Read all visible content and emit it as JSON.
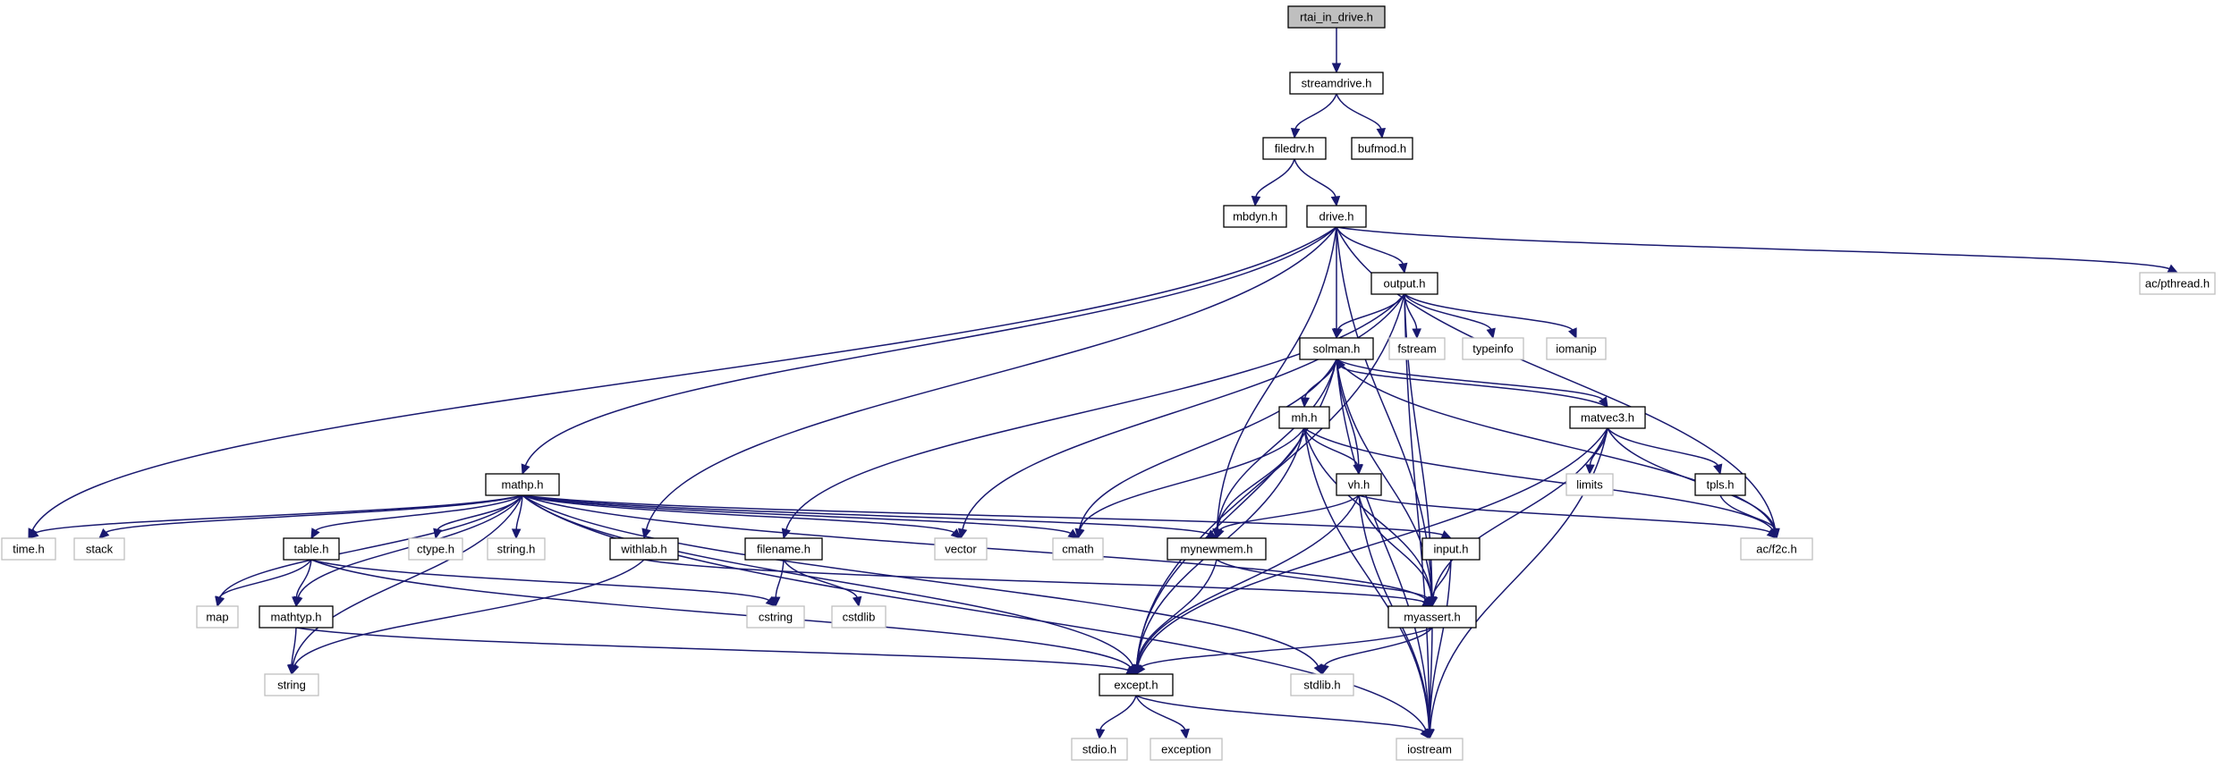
{
  "diagram": {
    "title": "",
    "nodes": [
      {
        "id": "rtai_in_drive_h",
        "label": "rtai_in_drive.h",
        "kind": "root"
      },
      {
        "id": "streamdrive_h",
        "label": "streamdrive.h",
        "kind": "internal"
      },
      {
        "id": "filedrv_h",
        "label": "filedrv.h",
        "kind": "internal"
      },
      {
        "id": "bufmod_h",
        "label": "bufmod.h",
        "kind": "internal"
      },
      {
        "id": "mbdyn_h",
        "label": "mbdyn.h",
        "kind": "internal"
      },
      {
        "id": "drive_h",
        "label": "drive.h",
        "kind": "internal"
      },
      {
        "id": "output_h",
        "label": "output.h",
        "kind": "internal"
      },
      {
        "id": "ac_pthread_h",
        "label": "ac/pthread.h",
        "kind": "external"
      },
      {
        "id": "solman_h",
        "label": "solman.h",
        "kind": "internal"
      },
      {
        "id": "fstream",
        "label": "fstream",
        "kind": "external"
      },
      {
        "id": "typeinfo",
        "label": "typeinfo",
        "kind": "external"
      },
      {
        "id": "iomanip",
        "label": "iomanip",
        "kind": "external"
      },
      {
        "id": "mh_h",
        "label": "mh.h",
        "kind": "internal"
      },
      {
        "id": "matvec3_h",
        "label": "matvec3.h",
        "kind": "internal"
      },
      {
        "id": "mathp_h",
        "label": "mathp.h",
        "kind": "internal"
      },
      {
        "id": "vh_h",
        "label": "vh.h",
        "kind": "internal"
      },
      {
        "id": "limits",
        "label": "limits",
        "kind": "external"
      },
      {
        "id": "tpls_h",
        "label": "tpls.h",
        "kind": "internal"
      },
      {
        "id": "time_h",
        "label": "time.h",
        "kind": "external"
      },
      {
        "id": "stack",
        "label": "stack",
        "kind": "external"
      },
      {
        "id": "ctype_h",
        "label": "ctype.h",
        "kind": "external"
      },
      {
        "id": "string_h",
        "label": "string.h",
        "kind": "external"
      },
      {
        "id": "withlab_h",
        "label": "withlab.h",
        "kind": "internal"
      },
      {
        "id": "filename_h",
        "label": "filename.h",
        "kind": "internal"
      },
      {
        "id": "vector",
        "label": "vector",
        "kind": "external"
      },
      {
        "id": "cmath",
        "label": "cmath",
        "kind": "external"
      },
      {
        "id": "mynewmem_h",
        "label": "mynewmem.h",
        "kind": "internal"
      },
      {
        "id": "input_h",
        "label": "input.h",
        "kind": "internal"
      },
      {
        "id": "ac_f2c_h",
        "label": "ac/f2c.h",
        "kind": "external"
      },
      {
        "id": "table_h",
        "label": "table.h",
        "kind": "internal"
      },
      {
        "id": "map",
        "label": "map",
        "kind": "external"
      },
      {
        "id": "cstring",
        "label": "cstring",
        "kind": "external"
      },
      {
        "id": "cstdlib",
        "label": "cstdlib",
        "kind": "external"
      },
      {
        "id": "myassert_h",
        "label": "myassert.h",
        "kind": "internal"
      },
      {
        "id": "mathtyp_h",
        "label": "mathtyp.h",
        "kind": "internal"
      },
      {
        "id": "string",
        "label": "string",
        "kind": "external"
      },
      {
        "id": "except_h",
        "label": "except.h",
        "kind": "internal"
      },
      {
        "id": "stdlib_h",
        "label": "stdlib.h",
        "kind": "external"
      },
      {
        "id": "stdio_h",
        "label": "stdio.h",
        "kind": "external"
      },
      {
        "id": "exception",
        "label": "exception",
        "kind": "external"
      },
      {
        "id": "iostream",
        "label": "iostream",
        "kind": "external"
      }
    ],
    "edges": [
      [
        "rtai_in_drive_h",
        "streamdrive_h"
      ],
      [
        "streamdrive_h",
        "filedrv_h"
      ],
      [
        "streamdrive_h",
        "bufmod_h"
      ],
      [
        "filedrv_h",
        "mbdyn_h"
      ],
      [
        "filedrv_h",
        "drive_h"
      ],
      [
        "drive_h",
        "output_h"
      ],
      [
        "drive_h",
        "ac_pthread_h"
      ],
      [
        "drive_h",
        "solman_h"
      ],
      [
        "drive_h",
        "mathp_h"
      ],
      [
        "drive_h",
        "time_h"
      ],
      [
        "drive_h",
        "withlab_h"
      ],
      [
        "drive_h",
        "mynewmem_h"
      ],
      [
        "drive_h",
        "ac_f2c_h"
      ],
      [
        "drive_h",
        "myassert_h"
      ],
      [
        "output_h",
        "solman_h"
      ],
      [
        "output_h",
        "fstream"
      ],
      [
        "output_h",
        "typeinfo"
      ],
      [
        "output_h",
        "iomanip"
      ],
      [
        "output_h",
        "filename_h"
      ],
      [
        "output_h",
        "vector"
      ],
      [
        "output_h",
        "except_h"
      ],
      [
        "output_h",
        "myassert_h"
      ],
      [
        "output_h",
        "iostream"
      ],
      [
        "solman_h",
        "mh_h"
      ],
      [
        "solman_h",
        "matvec3_h"
      ],
      [
        "solman_h",
        "vh_h"
      ],
      [
        "solman_h",
        "cmath"
      ],
      [
        "solman_h",
        "mynewmem_h"
      ],
      [
        "solman_h",
        "myassert_h"
      ],
      [
        "solman_h",
        "except_h"
      ],
      [
        "solman_h",
        "ac_f2c_h"
      ],
      [
        "solman_h",
        "iostream"
      ],
      [
        "mh_h",
        "vh_h"
      ],
      [
        "mh_h",
        "cmath"
      ],
      [
        "mh_h",
        "mynewmem_h"
      ],
      [
        "mh_h",
        "myassert_h"
      ],
      [
        "mh_h",
        "except_h"
      ],
      [
        "mh_h",
        "ac_f2c_h"
      ],
      [
        "mh_h",
        "iostream"
      ],
      [
        "matvec3_h",
        "solman_h"
      ],
      [
        "matvec3_h",
        "limits"
      ],
      [
        "matvec3_h",
        "tpls_h"
      ],
      [
        "matvec3_h",
        "ac_f2c_h"
      ],
      [
        "matvec3_h",
        "myassert_h"
      ],
      [
        "matvec3_h",
        "except_h"
      ],
      [
        "matvec3_h",
        "iostream"
      ],
      [
        "tpls_h",
        "ac_f2c_h"
      ],
      [
        "vh_h",
        "mynewmem_h"
      ],
      [
        "vh_h",
        "myassert_h"
      ],
      [
        "vh_h",
        "except_h"
      ],
      [
        "vh_h",
        "ac_f2c_h"
      ],
      [
        "vh_h",
        "iostream"
      ],
      [
        "mathp_h",
        "time_h"
      ],
      [
        "mathp_h",
        "stack"
      ],
      [
        "mathp_h",
        "ctype_h"
      ],
      [
        "mathp_h",
        "string_h"
      ],
      [
        "mathp_h",
        "table_h"
      ],
      [
        "mathp_h",
        "mathtyp_h"
      ],
      [
        "mathp_h",
        "map"
      ],
      [
        "mathp_h",
        "string"
      ],
      [
        "mathp_h",
        "vector"
      ],
      [
        "mathp_h",
        "cmath"
      ],
      [
        "mathp_h",
        "mynewmem_h"
      ],
      [
        "mathp_h",
        "input_h"
      ],
      [
        "mathp_h",
        "myassert_h"
      ],
      [
        "mathp_h",
        "except_h"
      ],
      [
        "mathp_h",
        "stdlib_h"
      ],
      [
        "mathp_h",
        "iostream"
      ],
      [
        "withlab_h",
        "string"
      ],
      [
        "withlab_h",
        "myassert_h"
      ],
      [
        "filename_h",
        "cstring"
      ],
      [
        "filename_h",
        "cstdlib"
      ],
      [
        "mynewmem_h",
        "myassert_h"
      ],
      [
        "mynewmem_h",
        "except_h"
      ],
      [
        "input_h",
        "myassert_h"
      ],
      [
        "input_h",
        "iostream"
      ],
      [
        "table_h",
        "map"
      ],
      [
        "table_h",
        "mathtyp_h"
      ],
      [
        "table_h",
        "cstring"
      ],
      [
        "table_h",
        "except_h"
      ],
      [
        "mathtyp_h",
        "string"
      ],
      [
        "mathtyp_h",
        "except_h"
      ],
      [
        "myassert_h",
        "except_h"
      ],
      [
        "myassert_h",
        "stdlib_h"
      ],
      [
        "myassert_h",
        "iostream"
      ],
      [
        "except_h",
        "stdio_h"
      ],
      [
        "except_h",
        "exception"
      ],
      [
        "except_h",
        "iostream"
      ]
    ],
    "colors": {
      "edge": "#191970",
      "node_border_internal": "#000000",
      "node_border_external": "#bfbfbf",
      "root_fill": "#bfbfbf",
      "background": "#ffffff"
    }
  }
}
